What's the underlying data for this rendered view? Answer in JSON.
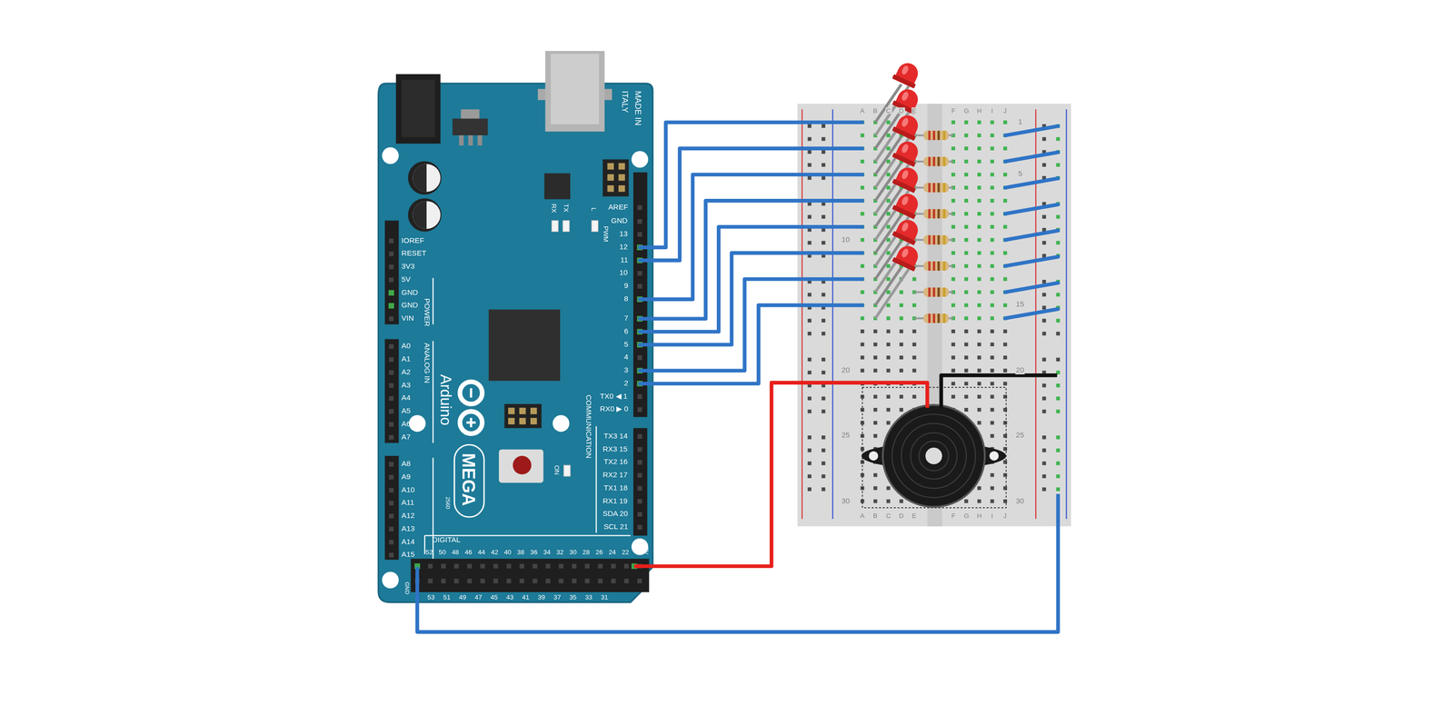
{
  "diagram": {
    "labels": [
      "MADE IN",
      "ITALY",
      "AREF",
      "GND",
      "13",
      "12",
      "11",
      "10",
      "9",
      "8",
      "7",
      "6",
      "5",
      "4",
      "3",
      "2",
      "TX0 ◀ 1",
      "RX0 ▶ 0",
      "PWM",
      "L",
      "TX",
      "RX",
      "IOREF",
      "RESET",
      "3V3",
      "5V",
      "GND",
      "GND",
      "VIN",
      "POWER",
      "ANALOG IN",
      "A0",
      "A1",
      "A2",
      "A3",
      "A4",
      "A5",
      "A6",
      "A7",
      "A8",
      "A9",
      "A10",
      "A11",
      "A12",
      "A13",
      "A14",
      "A15",
      "Arduino",
      "MEGA",
      "2560",
      "ON",
      "COMMUNICATION",
      "TX3 14",
      "RX3 15",
      "TX2 16",
      "RX2 17",
      "TX1 18",
      "RX1 19",
      "SDA 20",
      "SCL 21",
      "DIGITAL",
      "52",
      "50",
      "48",
      "46",
      "44",
      "42",
      "40",
      "38",
      "36",
      "34",
      "32",
      "30",
      "28",
      "26",
      "24",
      "22",
      "53",
      "51",
      "49",
      "47",
      "45",
      "43",
      "41",
      "39",
      "37",
      "35",
      "33",
      "31",
      "5V",
      "GND",
      "A",
      "B",
      "C",
      "D",
      "E",
      "F",
      "G",
      "H",
      "I",
      "J",
      "A",
      "B",
      "C",
      "D",
      "E",
      "F",
      "G",
      "H",
      "I",
      "J",
      "10",
      "20",
      "25",
      "30",
      "1",
      "5",
      "15",
      "20",
      "25",
      "30"
    ]
  }
}
